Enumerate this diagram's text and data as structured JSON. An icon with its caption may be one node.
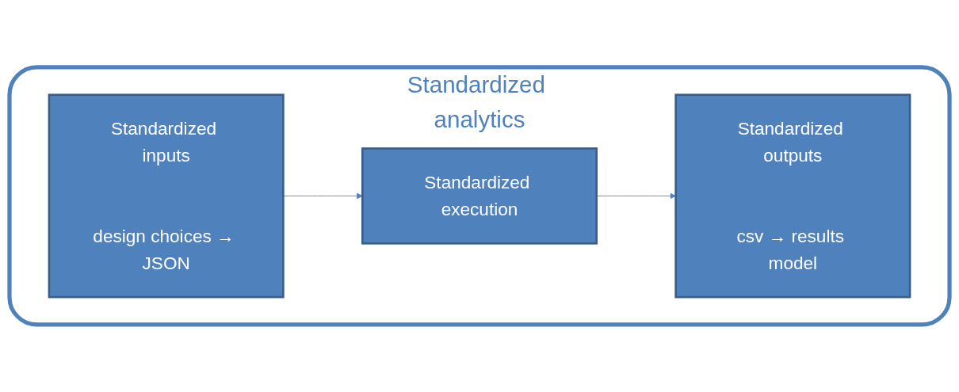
{
  "diagram": {
    "nodes": [
      {
        "text": [
          "Standardized analytics"
        ]
      },
      {
        "text": [
          "Standardized inputs",
          "design choices → JSON"
        ],
        "in": 0
      },
      {
        "text": [
          "Standardized execution"
        ],
        "in": 0
      },
      {
        "text": [
          "Standardized outputs",
          "csv → results model"
        ],
        "in": 0
      }
    ],
    "edges": [
      {
        "from": 1,
        "to": 2,
        "arrow": "to"
      },
      {
        "from": 2,
        "to": 3,
        "arrow": "to"
      }
    ]
  }
}
